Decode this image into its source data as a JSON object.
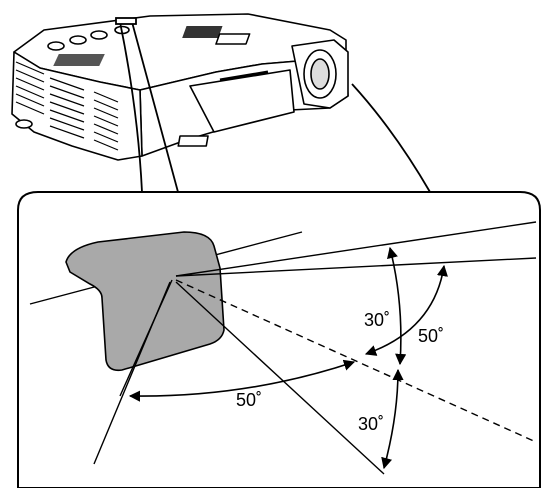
{
  "diagram": {
    "colors": {
      "ink": "#000000",
      "sensor_fill": "#a9a9a9",
      "background": "#ffffff"
    },
    "labels": {
      "vertical_upper": "30˚",
      "vertical_lower": "30˚",
      "horizontal_right": "50˚",
      "horizontal_left": "50˚"
    }
  }
}
